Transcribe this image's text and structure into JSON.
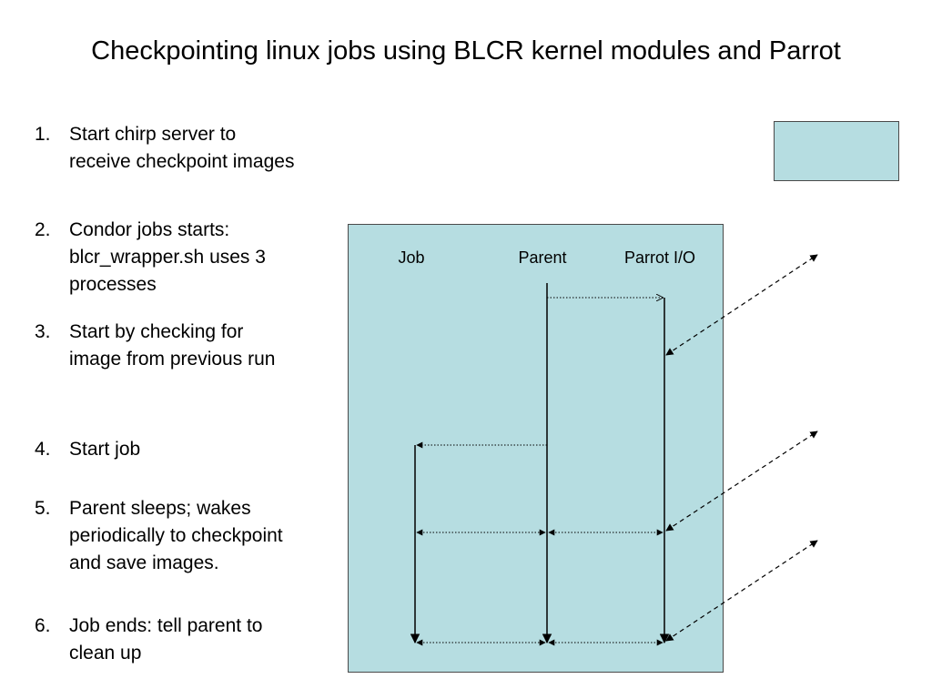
{
  "title": "Checkpointing linux jobs using BLCR kernel modules and Parrot",
  "steps": [
    {
      "number": "1.",
      "lines": [
        "Start chirp server to",
        "receive checkpoint images"
      ]
    },
    {
      "number": "2.",
      "lines": [
        "Condor jobs starts:",
        "blcr_wrapper.sh uses 3",
        "processes"
      ]
    },
    {
      "number": "3.",
      "lines": [
        "Start by checking for",
        "image from previous run"
      ]
    },
    {
      "number": "4.",
      "lines": [
        "Start job"
      ]
    },
    {
      "number": "5.",
      "lines": [
        "Parent sleeps; wakes",
        "periodically to checkpoint",
        "and save images."
      ]
    },
    {
      "number": "6.",
      "lines": [
        "Job ends: tell parent to",
        "clean up"
      ]
    }
  ],
  "diagram": {
    "columns": [
      "Job",
      "Parent",
      "Parrot I/O"
    ],
    "colors": {
      "box_fill": "#b6dde1",
      "box_border": "#4a4a4a",
      "line": "#000000"
    }
  }
}
